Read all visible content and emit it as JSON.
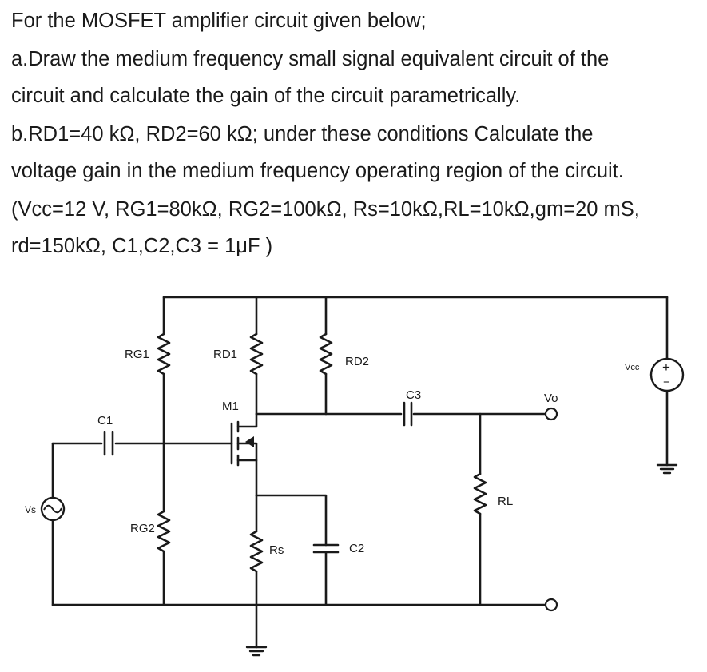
{
  "question": {
    "intro": "For the MOSFET amplifier circuit given below;",
    "part_a_line1": "a.Draw the medium frequency small signal equivalent circuit of the",
    "part_a_line2": "circuit and calculate the gain of the circuit parametrically.",
    "part_b_line1": "b.RD1=40 kΩ, RD2=60 kΩ; under these conditions Calculate the",
    "part_b_line2": "voltage gain in the medium frequency operating region of the circuit.",
    "params_line1": "(Vcc=12 V, RG1=80kΩ, RG2=100kΩ, Rs=10kΩ,RL=10kΩ,gm=20 mS,",
    "params_line2": "rd=150kΩ, C1,C2,C3 = 1μF )"
  },
  "circuit": {
    "labels": {
      "rg1": "RG1",
      "rd1": "RD1",
      "rd2": "RD2",
      "m1": "M1",
      "c1": "C1",
      "c3": "C3",
      "vo": "Vo",
      "vcc": "Vcc",
      "vs": "Vs",
      "rg2": "RG2",
      "rs": "Rs",
      "c2": "C2",
      "rl": "RL",
      "plus": "+",
      "minus": "−"
    }
  }
}
